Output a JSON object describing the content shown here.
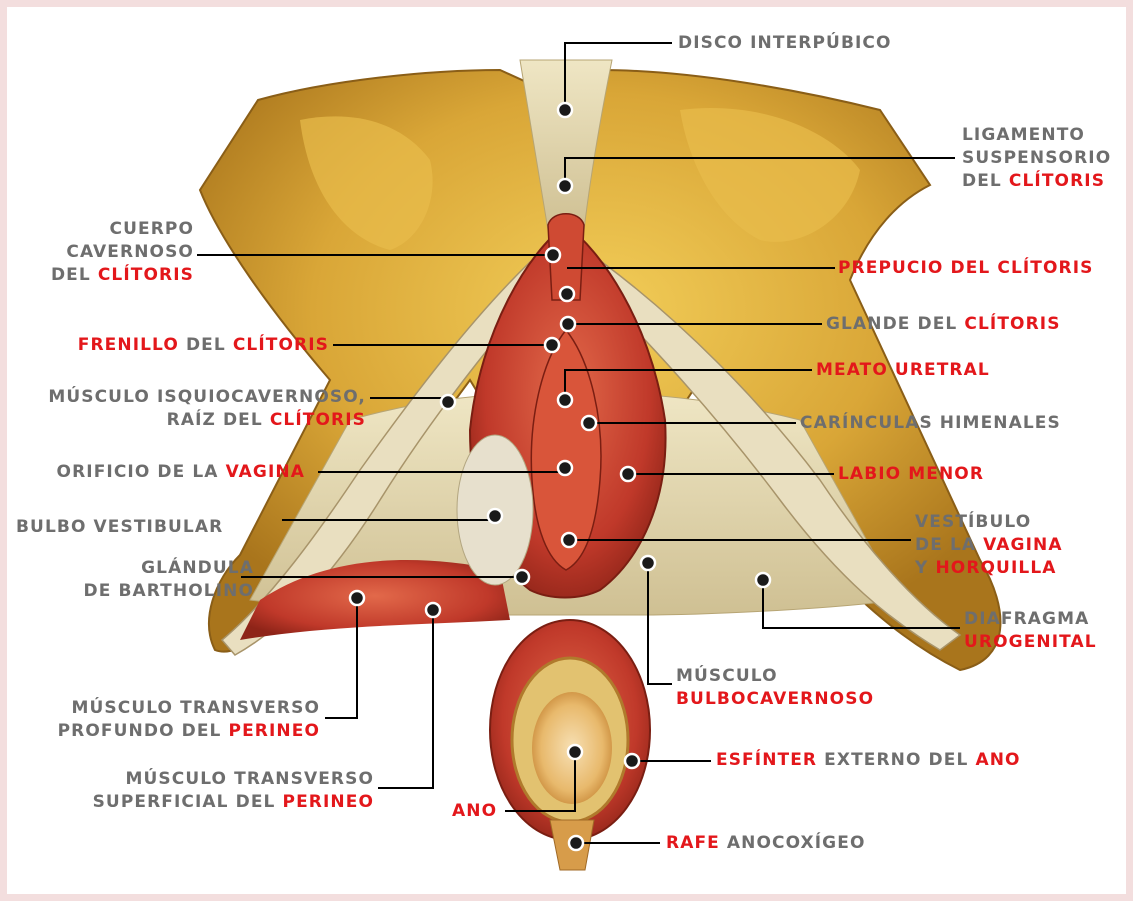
{
  "colors": {
    "page_bg": "#f3dede",
    "panel": "#ffffff",
    "label": "#6e6e6e",
    "accent": "#e3171b",
    "line": "#000000"
  },
  "labels": {
    "disco": "DISCO INTERPÚBICO",
    "lig_1": "LIGAMENTO",
    "lig_2": "SUSPENSORIO",
    "lig_3a": "DEL ",
    "lig_3b": "CLÍTORIS",
    "cuerpo_1": "CUERPO",
    "cuerpo_2": "CAVERNOSO",
    "cuerpo_3a": "DEL ",
    "cuerpo_3b": "CLÍTORIS",
    "prepucio": "PREPUCIO DEL CLÍTORIS",
    "glande_a": "GLANDE DEL ",
    "glande_b": "CLÍTORIS",
    "frenillo_a": "FRENILLO",
    "frenillo_b": " DEL ",
    "frenillo_c": "CLÍTORIS",
    "meato": "MEATO URETRAL",
    "isquio_1": "MÚSCULO ISQUIOCAVERNOSO,",
    "isquio_2a": "RAÍZ DEL ",
    "isquio_2b": "CLÍTORIS",
    "carunculas": "CARÍNCULAS HIMENALES",
    "orificio_a": "ORIFICIO DE LA ",
    "orificio_b": "VAGINA",
    "labio": "LABIO MENOR",
    "bulbo": "BULBO VESTIBULAR",
    "vest_1": "VESTÍBULO",
    "vest_2a": "DE LA ",
    "vest_2b": "VAGINA",
    "vest_3a": "Y ",
    "vest_3b": "HORQUILLA",
    "bart_1": "GLÁNDULA",
    "bart_2": "DE BARTHOLINO",
    "diaf_1": "DIAFRAGMA",
    "diaf_2": "UROGENITAL",
    "bulbocav_1": "MÚSCULO",
    "bulbocav_2": "BULBOCAVERNOSO",
    "tprof_1": "MÚSCULO TRANSVERSO",
    "tprof_2a": "PROFUNDO DEL ",
    "tprof_2b": "PERINEO",
    "esfinter_a": "ESFÍNTER",
    "esfinter_b": " EXTERNO DEL ",
    "esfinter_c": "ANO",
    "tsup_1": "MÚSCULO TRANSVERSO",
    "tsup_2a": "SUPERFICIAL DEL ",
    "tsup_2b": "PERINEO",
    "ano": "ANO",
    "rafe_a": "RAFE",
    "rafe_b": " ANOCOXÍGEO"
  }
}
